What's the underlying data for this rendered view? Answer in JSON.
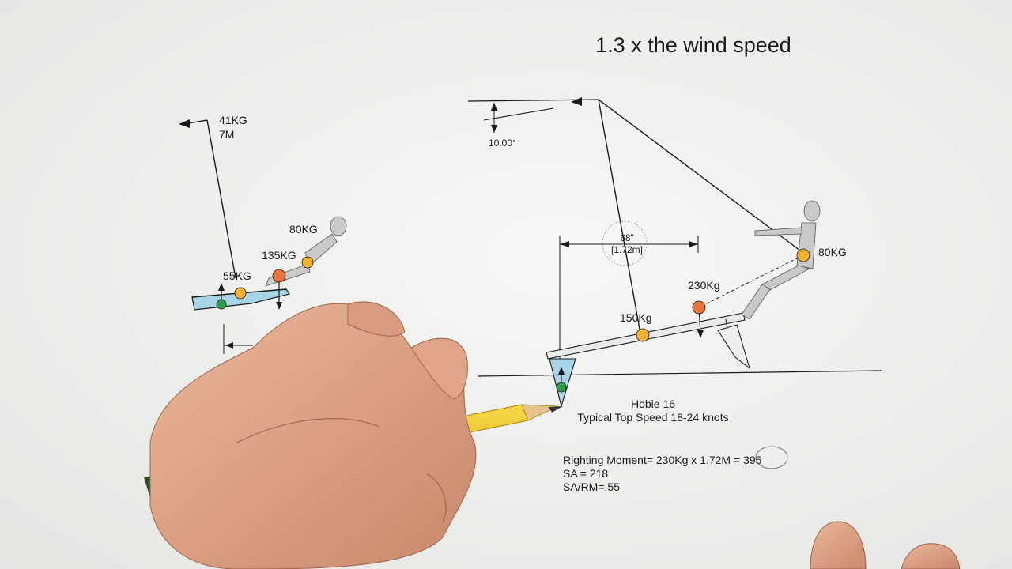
{
  "heading": "1.3 x the wind speed",
  "left_boat": {
    "sail_force": "41KG",
    "sail_height": "7M",
    "crew_weight": "80KG",
    "combined_weight": "135KG",
    "boat_weight": "55KG"
  },
  "right_boat": {
    "heel_angle": "10.00°",
    "beam_imperial": "68\"",
    "beam_metric": "[1.72m]",
    "crew_weight": "80KG",
    "lifted_weight": "230Kg",
    "boat_weight": "150Kg"
  },
  "boat_info": {
    "name": "Hobie 16",
    "top_speed": "Typical Top Speed 18-24 knots"
  },
  "calculations": {
    "righting_moment_prefix": "Righting Moment= 230Kg  x 1.72M = ",
    "righting_moment_result": "395",
    "sail_area": "SA =  218",
    "sa_rm_ratio": "SA/RM=.55"
  },
  "colors": {
    "paper": "#f1f1ef",
    "line": "#1a1a1a",
    "water": "#a8d4e6",
    "crew_marker": "#f2b233",
    "combined_marker": "#e8743b",
    "buoyancy_marker": "#2e9e4f",
    "figure": "#c9c9cb",
    "pencil": "#f0c419",
    "skin": "#e0a88c"
  }
}
